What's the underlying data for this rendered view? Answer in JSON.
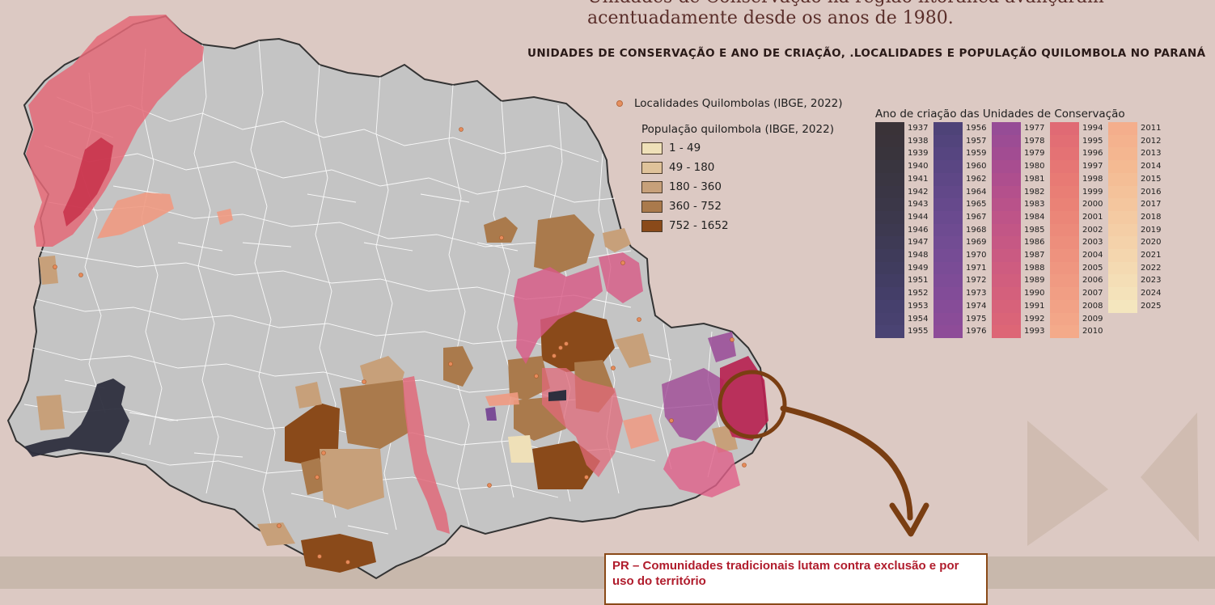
{
  "intro": {
    "line_clipped": "Unidades de Conservação na região litorânea avançaram",
    "line_visible": "acentuadamente desde os anos de 1980."
  },
  "map_title": "Unidades de Conservação e Ano de Criação, .Localidades e População Quilombola no Paraná",
  "legend_quilombola": {
    "localities_label": "Localidades Quilombolas (IBGE, 2022)",
    "population_title": "População quilombola (IBGE, 2022)",
    "classes": [
      {
        "label": "1 - 49",
        "color": "#efe0b8"
      },
      {
        "label": "49 - 180",
        "color": "#dfc29a"
      },
      {
        "label": "180 - 360",
        "color": "#c7a07a"
      },
      {
        "label": "360 - 752",
        "color": "#aa7a4c"
      },
      {
        "label": "752 - 1652",
        "color": "#8a4a1a"
      }
    ],
    "locality_color": "#e68a5a"
  },
  "legend_uc": {
    "title": "Ano de criação das Unidades de Conservação",
    "columns": [
      [
        {
          "year": "1937",
          "color": "#3a3338"
        },
        {
          "year": "1938",
          "color": "#3a333a"
        },
        {
          "year": "1939",
          "color": "#39343c"
        },
        {
          "year": "1940",
          "color": "#39353f"
        },
        {
          "year": "1941",
          "color": "#3a3642"
        },
        {
          "year": "1942",
          "color": "#3a3645"
        },
        {
          "year": "1943",
          "color": "#3b3748"
        },
        {
          "year": "1944",
          "color": "#3c384c"
        },
        {
          "year": "1946",
          "color": "#3d3950"
        },
        {
          "year": "1947",
          "color": "#3e3a55"
        },
        {
          "year": "1948",
          "color": "#3f3b5a"
        },
        {
          "year": "1949",
          "color": "#403c5e"
        },
        {
          "year": "1951",
          "color": "#423d63"
        },
        {
          "year": "1952",
          "color": "#443e68"
        },
        {
          "year": "1953",
          "color": "#46406d"
        },
        {
          "year": "1954",
          "color": "#48416f"
        },
        {
          "year": "1955",
          "color": "#4a4373"
        }
      ],
      [
        {
          "year": "1956",
          "color": "#4e4378"
        },
        {
          "year": "1957",
          "color": "#52447c"
        },
        {
          "year": "1959",
          "color": "#564580"
        },
        {
          "year": "1960",
          "color": "#5a4683"
        },
        {
          "year": "1962",
          "color": "#5e4786"
        },
        {
          "year": "1964",
          "color": "#624889"
        },
        {
          "year": "1965",
          "color": "#66498c"
        },
        {
          "year": "1967",
          "color": "#6a4a8f"
        },
        {
          "year": "1968",
          "color": "#6e4b91"
        },
        {
          "year": "1969",
          "color": "#724c93"
        },
        {
          "year": "1970",
          "color": "#764c95"
        },
        {
          "year": "1971",
          "color": "#7a4c96"
        },
        {
          "year": "1972",
          "color": "#7e4c97"
        },
        {
          "year": "1973",
          "color": "#824c98"
        },
        {
          "year": "1974",
          "color": "#864c98"
        },
        {
          "year": "1975",
          "color": "#8a4c98"
        },
        {
          "year": "1976",
          "color": "#8e4c98"
        }
      ],
      [
        {
          "year": "1977",
          "color": "#964c96"
        },
        {
          "year": "1978",
          "color": "#9c4c94"
        },
        {
          "year": "1979",
          "color": "#a24c92"
        },
        {
          "year": "1980",
          "color": "#a84d90"
        },
        {
          "year": "1981",
          "color": "#ae4e8e"
        },
        {
          "year": "1982",
          "color": "#b4508c"
        },
        {
          "year": "1983",
          "color": "#b9528a"
        },
        {
          "year": "1984",
          "color": "#be5488"
        },
        {
          "year": "1985",
          "color": "#c25686"
        },
        {
          "year": "1986",
          "color": "#c65884"
        },
        {
          "year": "1987",
          "color": "#ca5a82"
        },
        {
          "year": "1988",
          "color": "#ce5c80"
        },
        {
          "year": "1989",
          "color": "#d15e7e"
        },
        {
          "year": "1990",
          "color": "#d4607c"
        },
        {
          "year": "1991",
          "color": "#d7627a"
        },
        {
          "year": "1992",
          "color": "#da6478"
        },
        {
          "year": "1993",
          "color": "#dd6676"
        }
      ],
      [
        {
          "year": "1994",
          "color": "#e06a74"
        },
        {
          "year": "1995",
          "color": "#e26e74"
        },
        {
          "year": "1996",
          "color": "#e47274"
        },
        {
          "year": "1997",
          "color": "#e67674"
        },
        {
          "year": "1998",
          "color": "#e87a74"
        },
        {
          "year": "1999",
          "color": "#e97e75"
        },
        {
          "year": "2000",
          "color": "#ea8276"
        },
        {
          "year": "2001",
          "color": "#eb8678"
        },
        {
          "year": "2002",
          "color": "#ec8a7a"
        },
        {
          "year": "2003",
          "color": "#ed8e7c"
        },
        {
          "year": "2004",
          "color": "#ee927e"
        },
        {
          "year": "2005",
          "color": "#ef9680"
        },
        {
          "year": "2006",
          "color": "#f09a82"
        },
        {
          "year": "2007",
          "color": "#f19e84"
        },
        {
          "year": "2008",
          "color": "#f2a286"
        },
        {
          "year": "2009",
          "color": "#f3a688"
        },
        {
          "year": "2010",
          "color": "#f4aa8a"
        }
      ],
      [
        {
          "year": "2011",
          "color": "#f4ae8c"
        },
        {
          "year": "2012",
          "color": "#f4b28e"
        },
        {
          "year": "2013",
          "color": "#f4b690"
        },
        {
          "year": "2014",
          "color": "#f4ba92"
        },
        {
          "year": "2015",
          "color": "#f4be96"
        },
        {
          "year": "2016",
          "color": "#f4c29a"
        },
        {
          "year": "2017",
          "color": "#f4c69e"
        },
        {
          "year": "2018",
          "color": "#f4caa2"
        },
        {
          "year": "2019",
          "color": "#f4cea6"
        },
        {
          "year": "2020",
          "color": "#f4d2aa"
        },
        {
          "year": "2021",
          "color": "#f4d6ae"
        },
        {
          "year": "2022",
          "color": "#f4dab2"
        },
        {
          "year": "2023",
          "color": "#f4deb6"
        },
        {
          "year": "2024",
          "color": "#f4e2ba"
        },
        {
          "year": "2025",
          "color": "#f4e6be"
        }
      ]
    ]
  },
  "colors": {
    "municipality_fill": "#c4c4c4",
    "municipality_border": "#ffffff",
    "state_outline": "#333333",
    "arrow": "#7a3e12",
    "highlight_circle": "#7a3e12",
    "news_text": "#b01c2c"
  },
  "news": {
    "headline": "PR – Comunidades tradicionais lutam contra exclusão e por uso do território"
  }
}
